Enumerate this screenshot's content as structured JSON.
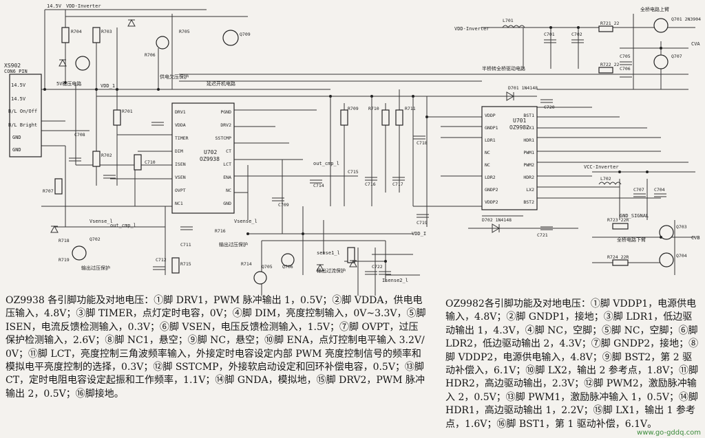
{
  "labels": {
    "v14": "14.5V",
    "vdd_inv_top": "VDD-Inverter",
    "vdd_inv_right": "VDD-Inverter",
    "vdd_inv_mid": "VCC-Inverter",
    "vdd_i": "VDD_I",
    "connector": "XS902",
    "connector_sub": "CON6 PIN",
    "pin_145a": "14.5V",
    "pin_145b": "14.5V",
    "bl_onoff": "B/L On/Off",
    "bl_bright": "B/L Bright",
    "gnd1": "GND",
    "gnd2": "GND",
    "reg5v": "5V稳压电路",
    "vdd_1": "VDD_1",
    "over_v": "供电欠压保护",
    "soft_start": "延迟开机电路",
    "u702": "U702",
    "u702_part": "OZ9938",
    "u701": "U701",
    "u701_part": "OZ9982",
    "half_bridge": "半桥转全桥驱动电路",
    "full_bridge_top": "全桥电路上臂",
    "full_bridge_bot": "全桥电路下臂",
    "out_cmp": "out_cmp_l",
    "out_cmp2": "out_cmp_l",
    "vsense": "Vsense_l",
    "vsense2": "Vsense_l",
    "sense": "sense1_l",
    "isense2": "Isense2_l",
    "output_prot": "输出过流保护",
    "output_ov": "输出过压保护",
    "lamp_prot": "输出过压保护",
    "cv_a": "CVA",
    "cv_b": "CVB",
    "gnd_signal": "GND_SIGNAL",
    "r704": "R704",
    "r703": "R703",
    "r710": "R710",
    "r709": "R709",
    "r711": "R711",
    "r705": "R705",
    "r706": "R706",
    "r701": "R701",
    "r702": "R702",
    "r707": "R707",
    "r718": "R718",
    "r719": "R719",
    "r716": "R716",
    "r715": "R715",
    "r714": "R714",
    "r721": "R721 22",
    "r722": "R722 22",
    "r723": "R723 22R",
    "r724": "R724 22R",
    "c701": "C701",
    "c702": "C702",
    "c704": "C704",
    "c705": "C705",
    "c706": "C706",
    "c707": "C707",
    "c708": "C708",
    "c709": "C709",
    "c710": "C710",
    "c711": "C711",
    "c712": "C712",
    "c714": "C714",
    "c715": "C715",
    "c716": "C716",
    "c717": "C717",
    "c718": "C718",
    "c719": "C719",
    "c720": "C720",
    "c721": "C721",
    "c722": "C722",
    "l701": "L701",
    "l702": "L702",
    "q701": "Q701 2N3904",
    "q702": "Q702",
    "q703": "Q703",
    "q704": "Q704",
    "q705": "Q705",
    "q706": "Q706",
    "q707": "Q707",
    "q709": "Q709",
    "d701": "D701 1N4148",
    "d702": "D702 1N4148",
    "u702_pins_left": [
      "DRV1",
      "VDDA",
      "TIMER",
      "DIM",
      "ISEN",
      "VSEN",
      "OVPT",
      "NC1"
    ],
    "u702_pins_right": [
      "PGND",
      "DRV2",
      "SSTCMP",
      "CT",
      "LCT",
      "ENA",
      "NC",
      "GND"
    ],
    "u701_pins_left": [
      "VDDP",
      "GNDP1",
      "LDR1",
      "NC",
      "NC",
      "LDR2",
      "GNDP2",
      "VDDP2"
    ],
    "u701_pins_right": [
      "BST1",
      "LX1",
      "HDR1",
      "PWM1",
      "PWM2",
      "HDR2",
      "LX2",
      "BST2"
    ]
  },
  "desc1": "OZ9938 各引脚功能及对地电压：①脚 DRV1，PWM 脉冲输出 1，0.5V；②脚 VDDA，供电电压输入，4.8V；③脚 TIMER，点灯定时电容，0V；④脚 DIM，亮度控制输入，0V~3.3V，⑤脚 ISEN，电流反馈检测输入，0.3V；⑥脚 VSEN，电压反馈检测输入，1.5V；⑦脚 OVPT，过压保护检测输入，2.6V；⑧脚 NC1，悬空；⑨脚 NC，悬空；⑩脚 ENA，点灯控制电平输入 3.2V/0V；⑪脚 LCT，亮度控制三角波频率输入，外接定时电容设定内部 PWM 亮度控制信号的频率和模拟电平亮度控制的选择，0.3V；⑫脚 SSTCMP，外接软启动设定和回环补偿电容，0.5V；⑬脚 CT，定时电阻电容设定起振和工作频率，1.1V；⑭脚 GNDA，模拟地，⑮脚 DRV2，PWM 脉冲输出 2，0.5V；⑯脚接地。",
  "desc2": "OZ9982各引脚功能及对地电压：①脚 VDDP1，电源供电输入，4.8V；②脚 GNDP1，接地；③脚 LDR1，低边驱动输出 1，4.3V，④脚 NC，空脚；⑤脚 NC，空脚；⑥脚 LDR2，低边驱动输出 2，4.3V；⑦脚 GNDP2，接地；⑧脚 VDDP2，电源供电输入，4.8V；⑨脚 BST2，第 2 驱动补偿入，6.1V；⑩脚 LX2，输出 2 参考点，1.8V；⑪脚 HDR2，高边驱动输出，2.3V；⑫脚 PWM2，激励脉冲输入 2，0.5V；⑬脚 PWM1，激励脉冲输入 1，0.5V；⑭脚 HDR1，高边驱动输出 1，2.2V；⑮脚 LX1，输出 1 参考点，1.6V；⑯脚 BST1，第 1 驱动补偿，6.1V。",
  "watermark": "www.go-gddq.com"
}
